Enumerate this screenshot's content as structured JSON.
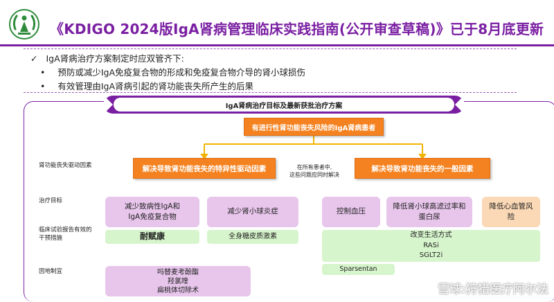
{
  "header": {
    "title": "《KDIGO 2024版IgA肾病管理临床实践指南(公开审查草稿)》已于8月底更新"
  },
  "intro": {
    "main": "IgA肾病治疗方案制定时应双管齐下:",
    "bullets": [
      "预防或减少IgA免疫复合物的形成和免疫复合物介导的肾小球损伤",
      "有效管理由IgA肾病引起的肾功能丧失所产生的后果"
    ]
  },
  "diagram": {
    "banner": "IgA肾病治疗目标及最新获批治疗方案",
    "top_node": "有进行性肾功能丧失风险的IgA肾病患者",
    "row_labels": {
      "drivers": "肾功能丧失驱动因素",
      "goals": "治疗目标",
      "evidence": [
        "临床试验报告有效的",
        "干预措施"
      ],
      "local": "因地制宜"
    },
    "specific_driver": "解决导致肾功能丧失的特异性驱动因素",
    "general_driver": "解决导致肾功能丧失的一般因素",
    "middle_note": [
      "在所有患者中,",
      "这些问题应同时解决"
    ],
    "goals": {
      "reduce_iga": [
        "减少致病性IgA和",
        "IgA免疫复合物"
      ],
      "reduce_inflammation": "减少肾小球炎症",
      "bp": "控制血压",
      "gfr": [
        "降低肾小球高滤过率和",
        "蛋白尿"
      ],
      "cv": [
        "降低心血管风",
        "险"
      ]
    },
    "interventions": {
      "nefecon": "耐赋康",
      "steroid": "全身糖皮质激素",
      "lifestyle": [
        "改变生活方式",
        "RASi",
        "SGLT2i"
      ],
      "sparsentan": "Sparsentan"
    },
    "local": [
      "吗替麦考酚酯",
      "羟氯喹",
      "扁桃体切除术"
    ]
  },
  "watermark": "雪球:狩猎医疗阿尔法"
}
